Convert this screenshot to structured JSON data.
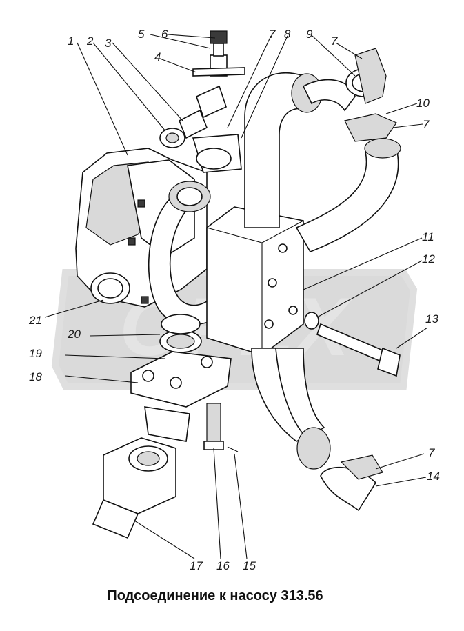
{
  "caption": "Подсоединение к насосу 313.56",
  "watermark": "OPEX",
  "callouts": [
    "1",
    "2",
    "3",
    "4",
    "5",
    "6",
    "7",
    "8",
    "9",
    "7",
    "10",
    "7",
    "11",
    "12",
    "13",
    "7",
    "14",
    "15",
    "16",
    "17",
    "18",
    "19",
    "20",
    "21"
  ]
}
